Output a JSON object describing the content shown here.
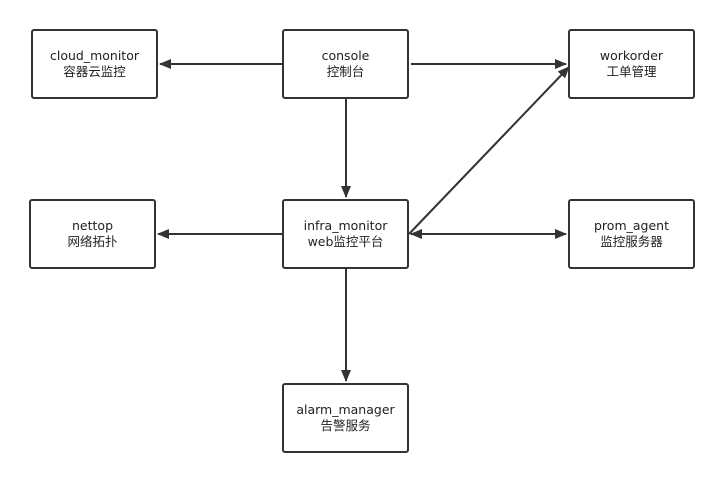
{
  "nodes": {
    "cloud_monitor": {
      "name": "cloud_monitor",
      "desc": "容器云监控"
    },
    "console": {
      "name": "console",
      "desc": "控制台"
    },
    "workorder": {
      "name": "workorder",
      "desc": "工单管理"
    },
    "nettop": {
      "name": "nettop",
      "desc": "网络拓扑"
    },
    "infra_monitor": {
      "name": "infra_monitor",
      "desc": "web监控平台"
    },
    "prom_agent": {
      "name": "prom_agent",
      "desc": "监控服务器"
    },
    "alarm_manager": {
      "name": "alarm_manager",
      "desc": "告警服务"
    }
  },
  "edges": [
    {
      "from": "console",
      "to": "cloud_monitor",
      "bidirectional": false
    },
    {
      "from": "console",
      "to": "workorder",
      "bidirectional": false
    },
    {
      "from": "console",
      "to": "infra_monitor",
      "bidirectional": false
    },
    {
      "from": "infra_monitor",
      "to": "workorder",
      "bidirectional": false
    },
    {
      "from": "infra_monitor",
      "to": "nettop",
      "bidirectional": false
    },
    {
      "from": "infra_monitor",
      "to": "prom_agent",
      "bidirectional": true
    },
    {
      "from": "infra_monitor",
      "to": "alarm_manager",
      "bidirectional": false
    }
  ],
  "colors": {
    "stroke": "#333333",
    "text": "#222222",
    "background": "#ffffff"
  }
}
